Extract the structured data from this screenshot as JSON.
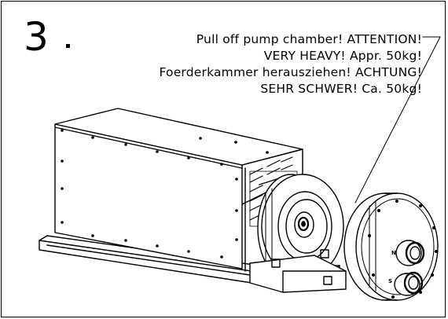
{
  "step": {
    "number": "3",
    "instructions": [
      "Pull off pump chamber! ATTENTION!",
      "VERY HEAVY! Appr. 50kg!",
      "Foerderkammer herausziehen! ACHTUNG!",
      "SEHR SCHWER! Ca. 50kg!"
    ]
  },
  "drawing": {
    "port_marks": [
      "N",
      "S"
    ]
  }
}
